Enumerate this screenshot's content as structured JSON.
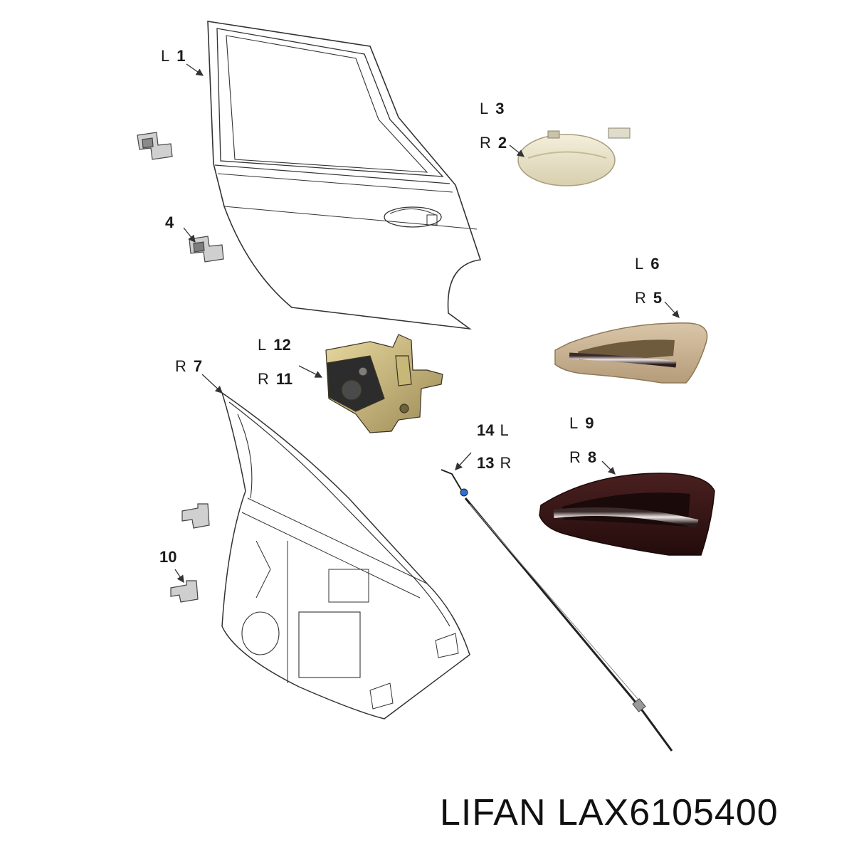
{
  "callouts": [
    {
      "id": "c1",
      "side": "L",
      "number": "1"
    },
    {
      "id": "c3",
      "side": "L",
      "number": "3"
    },
    {
      "id": "c2",
      "side": "R",
      "number": "2"
    },
    {
      "id": "c4",
      "side": "",
      "number": "4"
    },
    {
      "id": "c6",
      "side": "L",
      "number": "6"
    },
    {
      "id": "c5",
      "side": "R",
      "number": "5"
    },
    {
      "id": "c12",
      "side": "L",
      "number": "12"
    },
    {
      "id": "c11",
      "side": "R",
      "number": "11"
    },
    {
      "id": "c7",
      "side": "R",
      "number": "7"
    },
    {
      "id": "c14",
      "side": "L",
      "number": "14"
    },
    {
      "id": "c13",
      "side": "R",
      "number": "13"
    },
    {
      "id": "c9",
      "side": "L",
      "number": "9"
    },
    {
      "id": "c8",
      "side": "R",
      "number": "8"
    },
    {
      "id": "c10",
      "side": "",
      "number": "10"
    }
  ],
  "brand": {
    "text": "LIFAN LAX6105400"
  }
}
